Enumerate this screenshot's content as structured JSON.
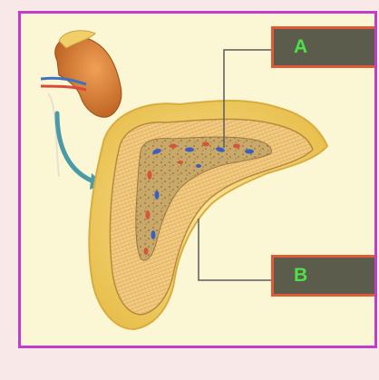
{
  "labels": {
    "a": "A",
    "b": "B"
  },
  "colors": {
    "frame_border": "#c23dc9",
    "label_fill": "#5c5c4c",
    "label_border": "#e05a36",
    "label_text": "#4de04a",
    "background_panel": "#fbf7d4",
    "kidney": "#d2752e",
    "adrenal_fat": "#f2d46b",
    "cortex": "#f0c77d",
    "medulla": "#c0a062",
    "arrow": "#4a9aa8"
  },
  "icons": [
    "kidney-illustration",
    "adrenal-gland-cross-section",
    "curved-arrow-icon"
  ]
}
